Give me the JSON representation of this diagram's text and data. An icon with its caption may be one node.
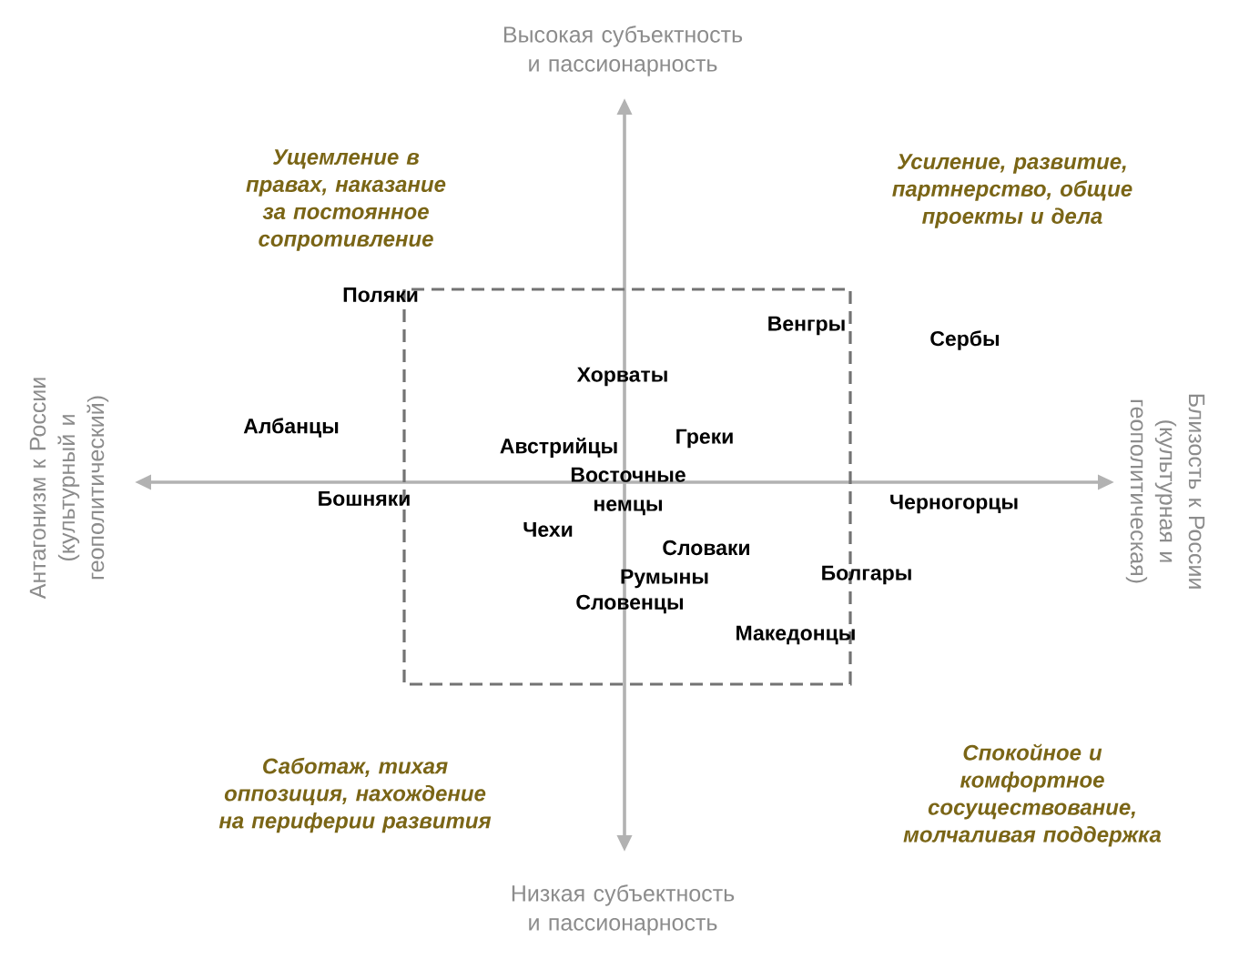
{
  "diagram": {
    "labels": [
      "Высокая субъектность и пассионарность",
      "Ущемление в правах, наказание за постоянное сопротивление",
      "Усиление, развитие, партнерство, общие проекты и дела",
      "Поляки",
      "Венгры",
      "Сербы",
      "Хорваты",
      "Антагонизм к России (культурный и геополитический)",
      "Близость к России (культурная и геополитическая)",
      "Албанцы",
      "Австрийцы",
      "Греки",
      "Восточные немцы",
      "Бошняки",
      "Черногорцы",
      "Чехи",
      "Словаки",
      "Румыны",
      "Болгары",
      "Словенцы",
      "Македонцы",
      "Саботаж, тихая оппозиция, нахождение на периферии развития",
      "Спокойное и комфортное сосуществование, молчаливая поддержка",
      "Низкая субъектность и пассионарность"
    ]
  }
}
